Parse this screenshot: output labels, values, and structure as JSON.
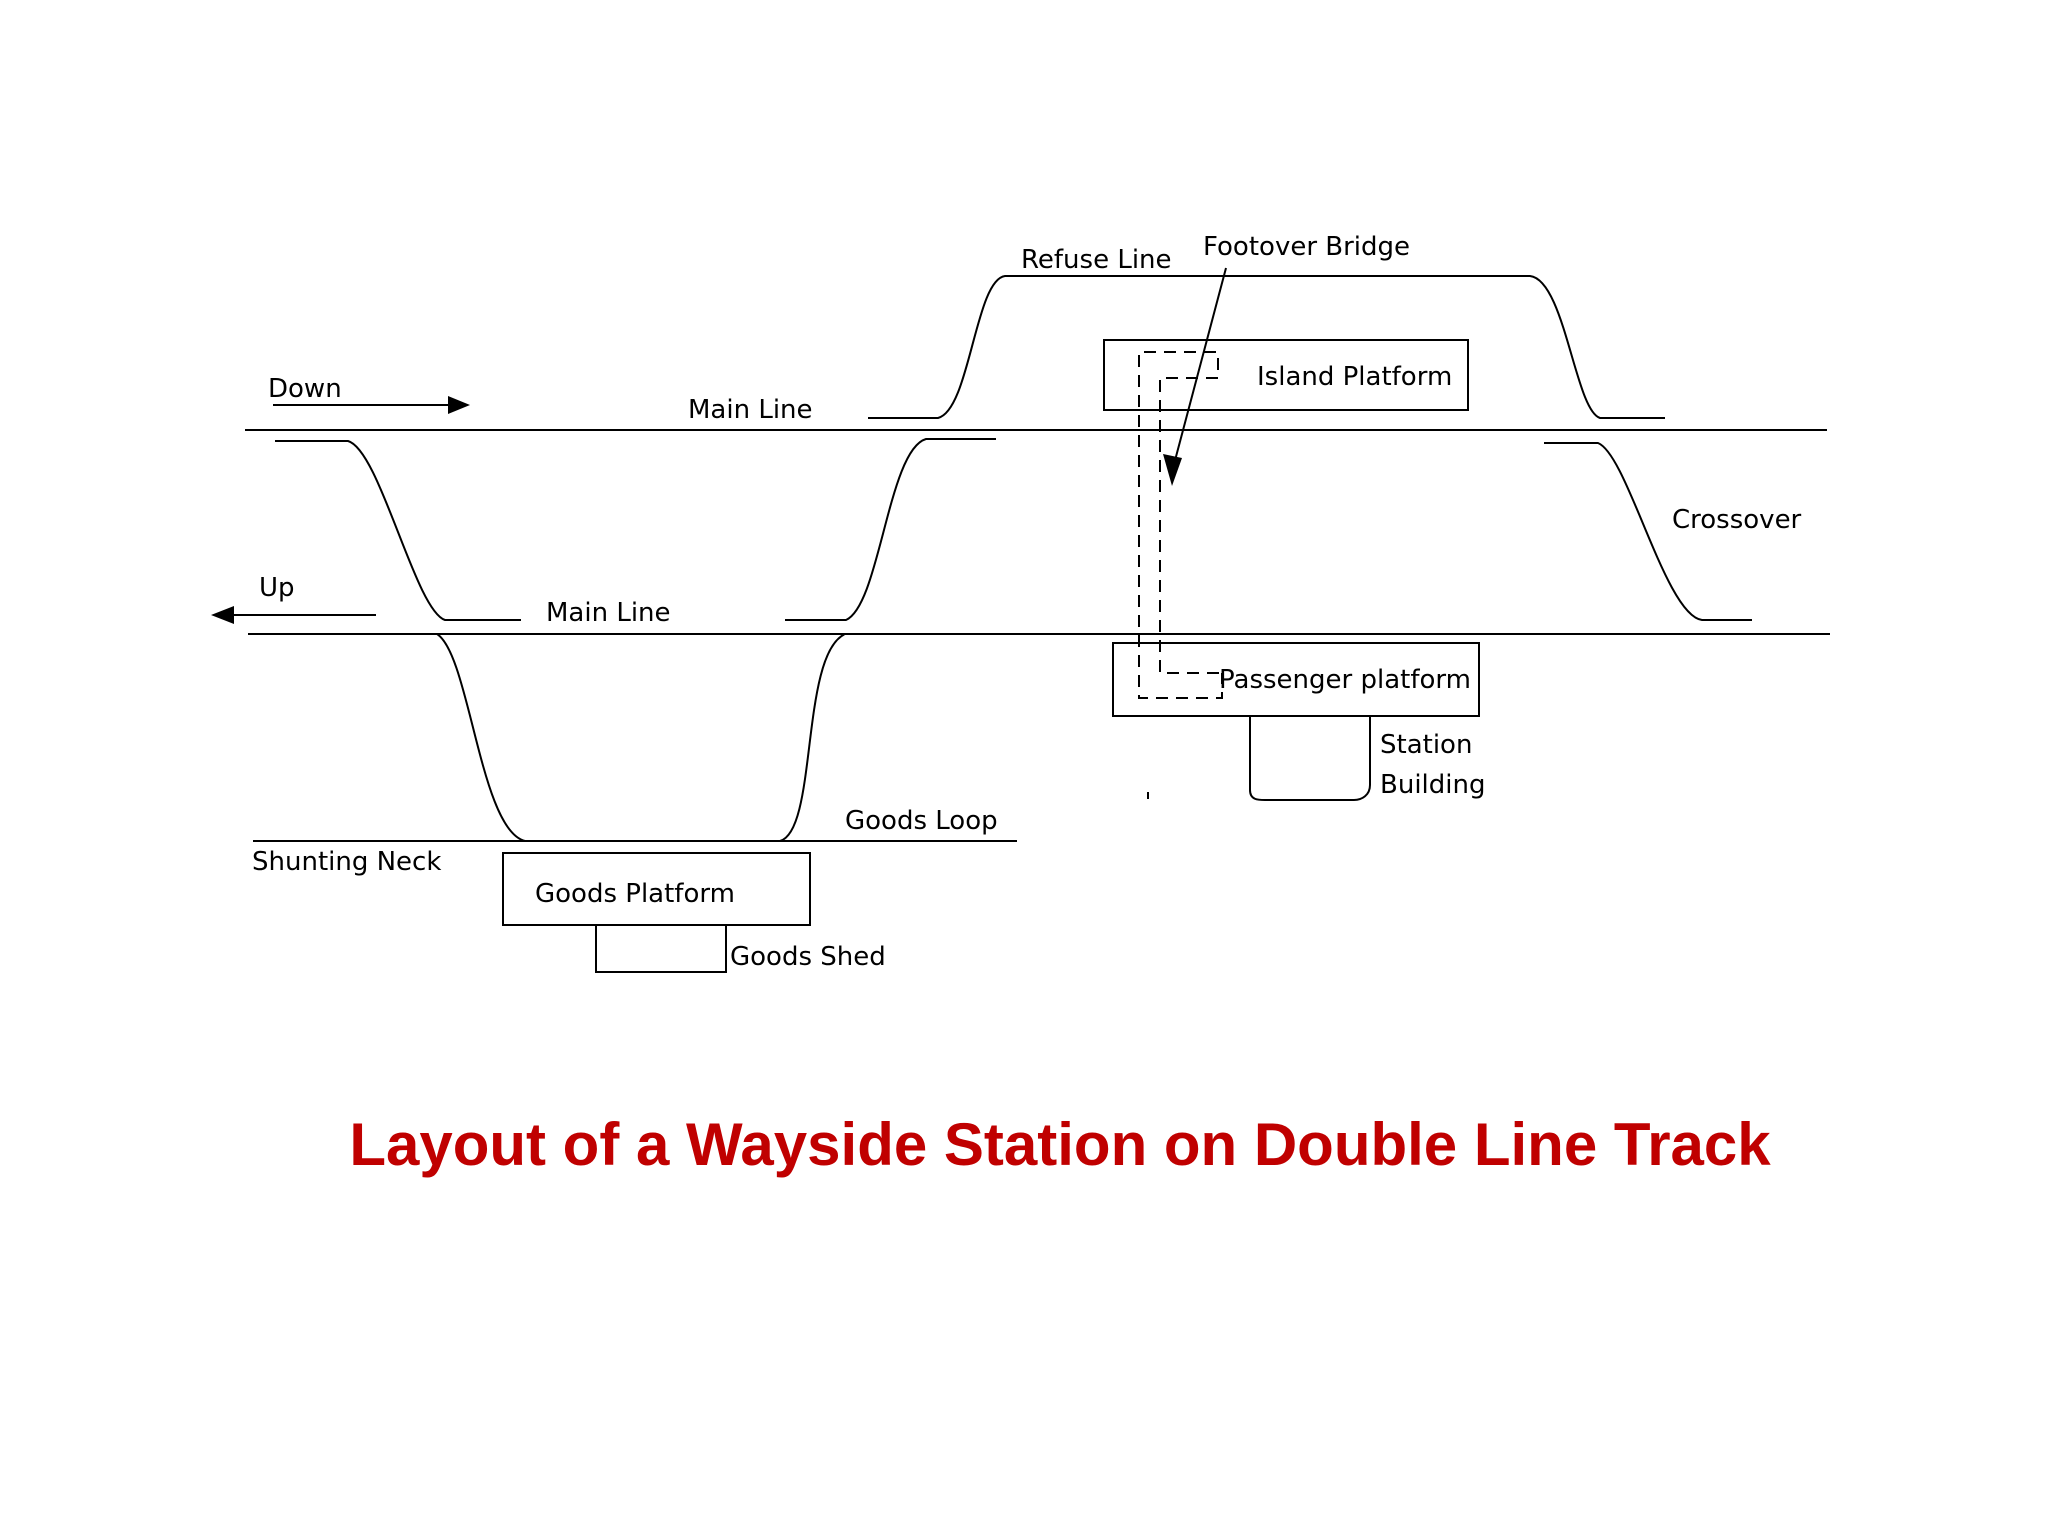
{
  "diagram": {
    "labels": {
      "down": "Down",
      "up": "Up",
      "main_line_down": "Main Line",
      "main_line_up": "Main Line",
      "refuse_line": "Refuse Line",
      "footover_bridge": "Footover Bridge",
      "island_platform": "Island Platform",
      "crossover": "Crossover",
      "passenger_platform": "Passenger platform",
      "station": "Station",
      "building": "Building",
      "goods_loop": "Goods Loop",
      "shunting_neck": "Shunting Neck",
      "goods_platform": "Goods Platform",
      "goods_shed": "Goods Shed"
    },
    "title": "Layout of a Wayside Station on Double Line Track",
    "colors": {
      "title": "#c00000",
      "lines": "#000000",
      "background": "#ffffff"
    }
  }
}
